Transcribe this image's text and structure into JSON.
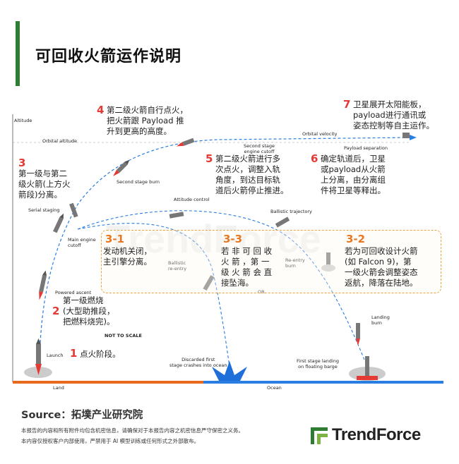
{
  "title": "可回收火箭运作说明",
  "labels": {
    "altitude": "Altitude",
    "orbital_altitude": "Orbital altitude",
    "orbital_velocity": "Orbital velocity",
    "payload_separation": "Payload separation",
    "second_stage_cutoff": "Second stage\nengine cutoff",
    "second_stage_burn": "Second stage burn",
    "serial_staging": "Serial staging",
    "attitude_control": "Attitude control",
    "ballistic_trajectory": "Ballistic trajectory",
    "main_engine_cutoff": "Main engine\ncutoff",
    "ballistic_reentry": "Ballistic\nre-entry",
    "reentry_burn": "Re-entry\nburn",
    "powered_ascent": "Powered ascent",
    "not_to_scale": "NOT TO SCALE",
    "launch": "Launch",
    "discarded_first_stage": "Discarded first\nstage crashes into ocean",
    "first_stage_landing": "First stage landing\non floating barge",
    "landing_burn": "Landing\nburn",
    "land": "Land",
    "ocean": "Ocean",
    "or": "OR"
  },
  "steps": {
    "s1_num": "1",
    "s1_text": "点火阶段。",
    "s2_num": "2",
    "s2_text": "第一级燃烧\n(大型助推段，\n把燃料烧完)。",
    "s3_num": "3",
    "s3_text": "第一级与第二\n级火箭(上方火\n箭段)分离。",
    "s4_num": "4",
    "s4_text": "第二级火箭自行点火，\n把火箭跟 Payload 推\n升到更高的高度。",
    "s5_num": "5",
    "s5_text": "第二级火箭进行多\n次点火，调整入轨\n角度，到达目标轨\n道后火箭停止推进。",
    "s6_num": "6",
    "s6_text": "确定轨道后，卫星\n或payload从火箭\n上分离，由分离组\n件将卫星等释出。",
    "s7_num": "7",
    "s7_text": "卫星展开太阳能板，\npayload进行通讯或\n姿态控制等自主运作。",
    "b31_num": "3-1",
    "b31_text": "发动机关闭，\n主引擎分离。",
    "b33_num": "3-3",
    "b33_text": "若 非 可 回 收\n火 箭 ，第 一\n级 火 箭 会 直\n接坠海。",
    "b32_num": "3-2",
    "b32_text": "若为可回收设计火箭\n(如 Falcon 9)，第\n一级火箭会调整姿态\n返航，降落在陆地。"
  },
  "watermark": "TrendForce",
  "source": "Source：拓墣产业研究院",
  "disclaimer1": "本报告的内容和所有附件均包含机密信息，请确保对于本报告内容之机密信息严守保密之义务。",
  "disclaimer2": "本内容仅授权客户内部使用，严禁用于 AI 模型训练或任何形式之外部散布。",
  "logo_text": "TrendForce",
  "colors": {
    "accent_green": "#2e7d32",
    "step_red": "#e53935",
    "box_orange": "#e87722",
    "ground_orange": "#e86a1f",
    "ocean_blue": "#2a7de1"
  }
}
